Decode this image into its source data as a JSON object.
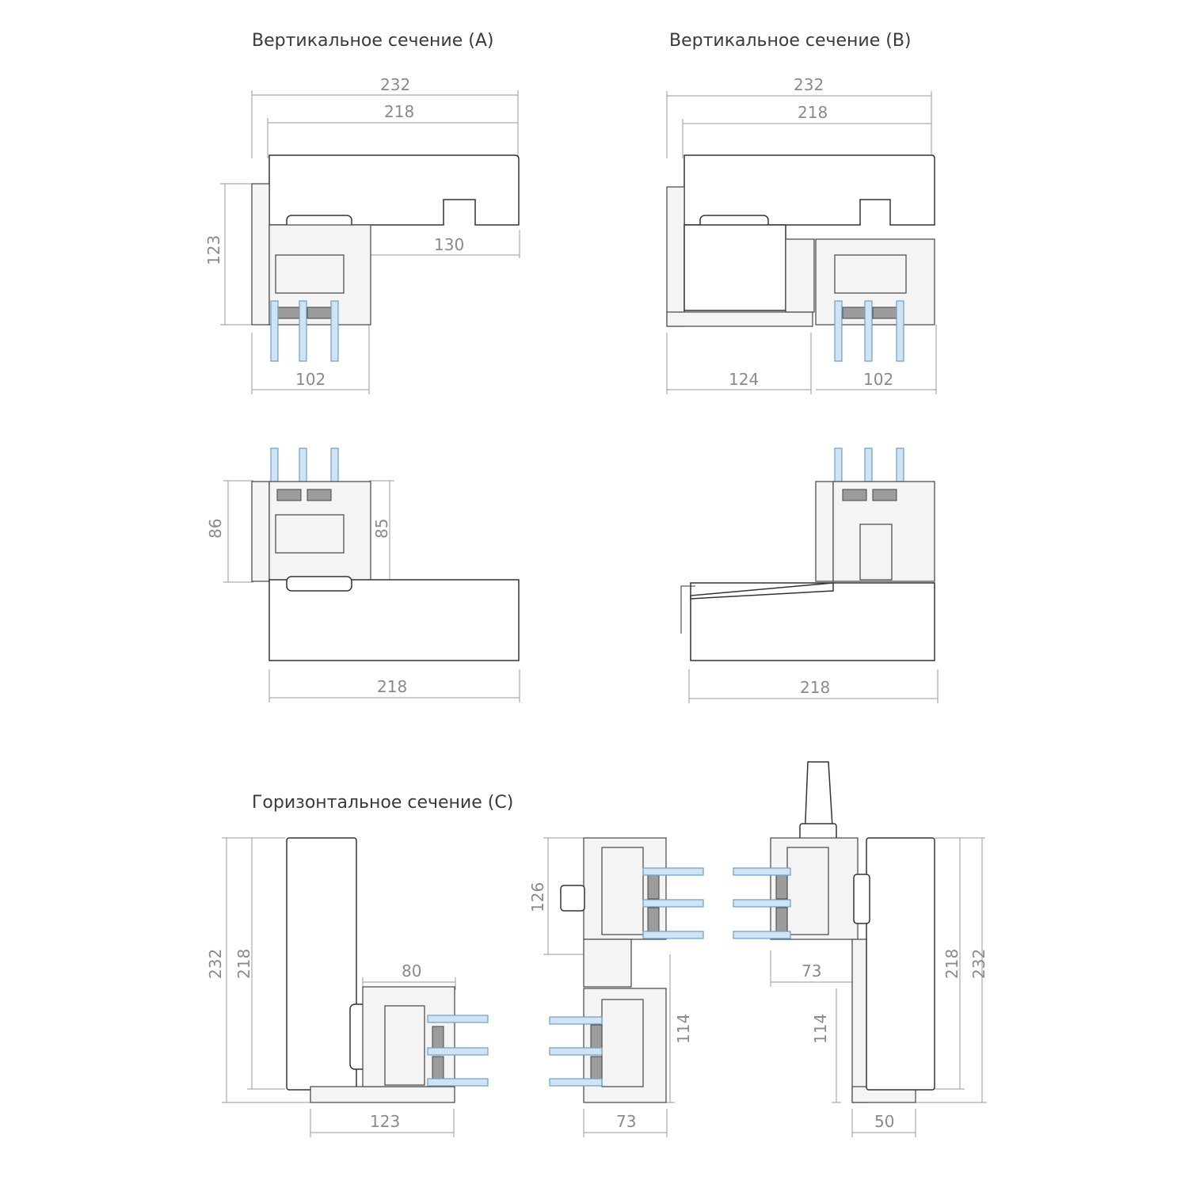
{
  "titles": {
    "section_a": "Вертикальное сечение (A)",
    "section_b": "Вертикальное сечение (B)",
    "section_c": "Горизонтальное сечение (C)"
  },
  "dimensions": {
    "a_top": {
      "overall": "232",
      "frame": "218",
      "height": "123",
      "sash_offset": "130",
      "profile": "102"
    },
    "b_top": {
      "overall": "232",
      "frame": "218",
      "left_block": "124",
      "profile": "102"
    },
    "a_bottom": {
      "left_height": "86",
      "right_height": "85",
      "frame": "218"
    },
    "b_bottom": {
      "frame": "218"
    },
    "c": {
      "overall": "232",
      "frame": "218",
      "sash": "80",
      "profile": "123",
      "mullion_height": "126",
      "mullion_lower": "114",
      "mullion_width": "73",
      "right_width": "73",
      "right_lower": "114",
      "right_frame": "218",
      "right_overall": "232",
      "right_profile": "50"
    }
  },
  "colors": {
    "glass": "#cfe3f3",
    "glass_edge": "#6e9fc8",
    "dimension": "#8a8a8a",
    "outline": "#333333"
  }
}
